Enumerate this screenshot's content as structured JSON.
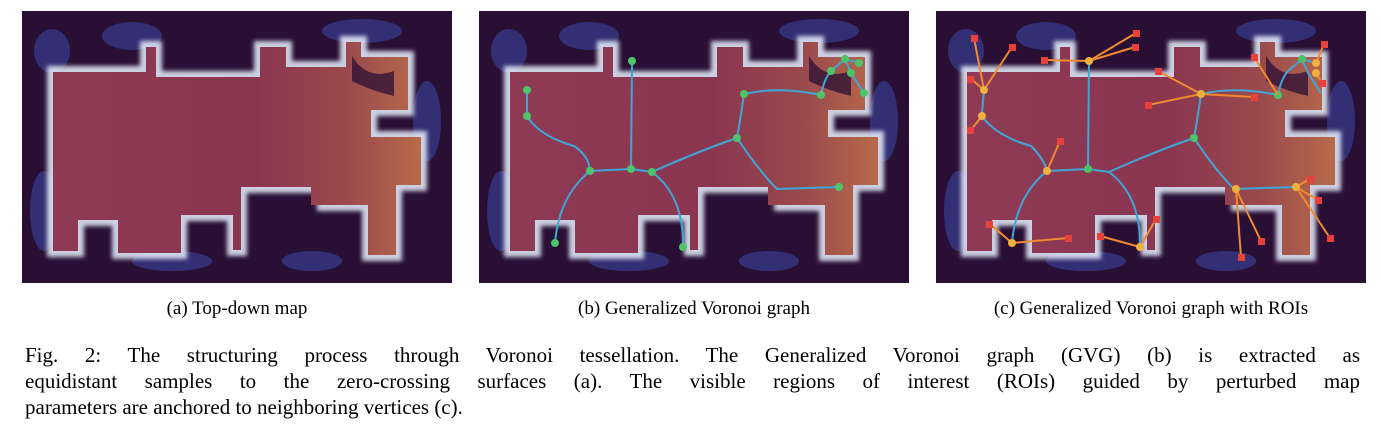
{
  "figure": {
    "panels": [
      {
        "id": "a",
        "caption": "(a) Top-down map"
      },
      {
        "id": "b",
        "caption": "(b) Generalized Voronoi graph"
      },
      {
        "id": "c",
        "caption": "(c) Generalized Voronoi graph with ROIs"
      }
    ],
    "caption_lines": [
      "Fig. 2: The structuring process through Voronoi tessellation. The Generalized Voronoi graph (GVG) (b) is extracted as",
      "equidistant samples to the zero-crossing surfaces (a). The visible regions of interest (ROIs) guided by perturbed map",
      "parameters are anchored to neighboring vertices (c)."
    ]
  },
  "colors": {
    "background": "#2a0f35",
    "floor": "#8a3650",
    "wall_glow": "#e8f2ff",
    "noise": "#3a4aa8",
    "gvg_edge": "#3fa7d6",
    "gvg_vertex": "#4cc46a",
    "roi_vertex": "#f0b040",
    "roi_edge": "#f08a30",
    "roi_marker": "#e8403a"
  }
}
